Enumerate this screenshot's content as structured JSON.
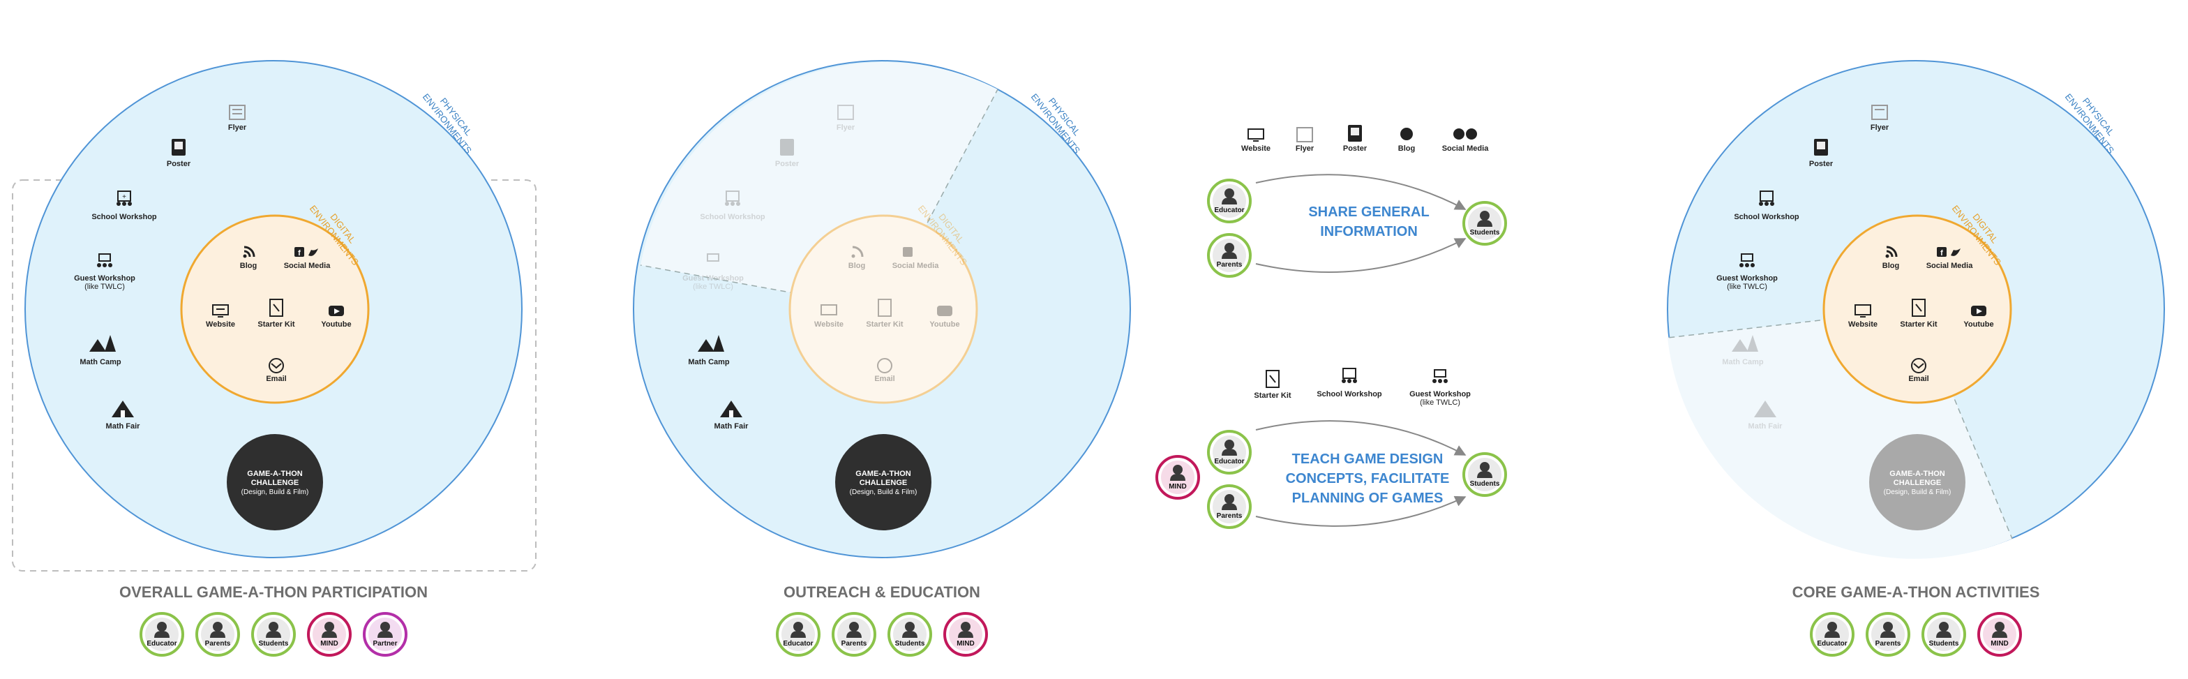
{
  "colors": {
    "physical_fill": "#dff2fb",
    "physical_stroke": "#4f94d6",
    "digital_fill": "#fdf0de",
    "digital_stroke": "#f0a830",
    "green_ring": "#8bc34a",
    "pink_ring": "#c2185b",
    "dark_center": "#2f2f2f",
    "grey_center": "#a9a9a9",
    "faded_fill": "#f0f8fc"
  },
  "labels": {
    "physical_line1": "PHYSICAL",
    "physical_line2": "ENVIRONMENTS",
    "digital_line1": "DIGITAL",
    "digital_line2": "ENVIRONMENTS",
    "flyer": "Flyer",
    "poster": "Poster",
    "school_workshop": "School Workshop",
    "guest_workshop": "Guest Workshop",
    "guest_workshop_sub": "(like TWLC)",
    "math_camp": "Math Camp",
    "math_fair": "Math Fair",
    "blog": "Blog",
    "social_media": "Social Media",
    "website": "Website",
    "starter_kit": "Starter Kit",
    "youtube": "Youtube",
    "email": "Email",
    "center_line1": "GAME-A-THON",
    "center_line2": "CHALLENGE",
    "center_line3": "(Design, Build & Film)"
  },
  "panels": {
    "overall_title": "OVERALL GAME-A-THON PARTICIPATION",
    "outreach_title": "OUTREACH & EDUCATION",
    "core_title": "CORE GAME-A-THON ACTIVITIES"
  },
  "avatars": {
    "educator": "Educator",
    "parents": "Parents",
    "students": "Students",
    "mind": "MIND",
    "partner": "Partner"
  },
  "flows": {
    "share_line1": "SHARE GENERAL",
    "share_line2": "INFORMATION",
    "teach_line1": "TEACH GAME DESIGN",
    "teach_line2": "CONCEPTS, FACILITATE",
    "teach_line3": "PLANNING OF GAMES",
    "share_media": [
      "Website",
      "Flyer",
      "Poster",
      "Blog",
      "Social Media"
    ],
    "teach_media_starter": "Starter Kit",
    "teach_media_school": "School Workshop",
    "teach_media_guest": "Guest Workshop",
    "teach_media_guest_sub": "(like TWLC)"
  }
}
